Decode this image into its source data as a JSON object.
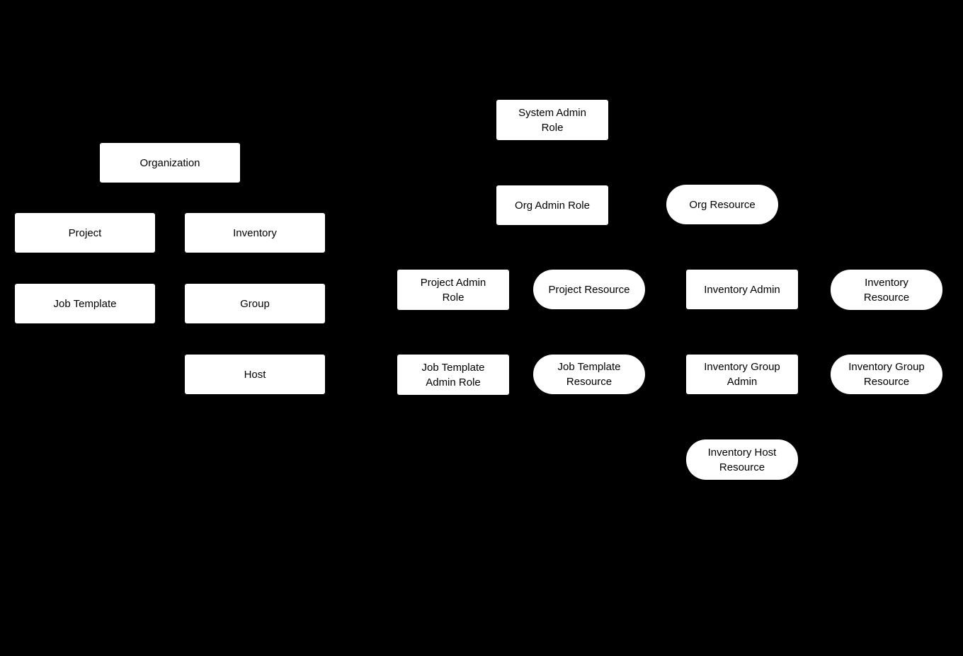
{
  "diagram": {
    "background_color": "#000000",
    "node_fill_color": "#ffffff",
    "node_text_color": "#000000",
    "nodes": [
      {
        "id": "organization",
        "shape": "rect",
        "label": "Organization"
      },
      {
        "id": "project",
        "shape": "rect",
        "label": "Project"
      },
      {
        "id": "inventory",
        "shape": "rect",
        "label": "Inventory"
      },
      {
        "id": "job-template",
        "shape": "rect",
        "label": "Job Template"
      },
      {
        "id": "group",
        "shape": "rect",
        "label": "Group"
      },
      {
        "id": "host",
        "shape": "rect",
        "label": "Host"
      },
      {
        "id": "system-admin-role",
        "shape": "rect",
        "label": "System Admin\nRole"
      },
      {
        "id": "org-admin-role",
        "shape": "rect",
        "label": "Org Admin Role"
      },
      {
        "id": "org-resource",
        "shape": "stadium",
        "label": "Org Resource"
      },
      {
        "id": "project-admin-role",
        "shape": "rect",
        "label": "Project Admin\nRole"
      },
      {
        "id": "project-resource",
        "shape": "stadium",
        "label": "Project Resource"
      },
      {
        "id": "inventory-admin",
        "shape": "rect",
        "label": "Inventory Admin"
      },
      {
        "id": "inventory-resource",
        "shape": "stadium",
        "label": "Inventory\nResource"
      },
      {
        "id": "job-template-admin-role",
        "shape": "rect",
        "label": "Job Template\nAdmin Role"
      },
      {
        "id": "job-template-resource",
        "shape": "stadium",
        "label": "Job Template\nResource"
      },
      {
        "id": "inventory-group-admin",
        "shape": "rect",
        "label": "Inventory Group\nAdmin"
      },
      {
        "id": "inventory-group-resource",
        "shape": "stadium",
        "label": "Inventory Group\nResource"
      },
      {
        "id": "inventory-host-resource",
        "shape": "stadium",
        "label": "Inventory Host\nResource"
      }
    ]
  }
}
